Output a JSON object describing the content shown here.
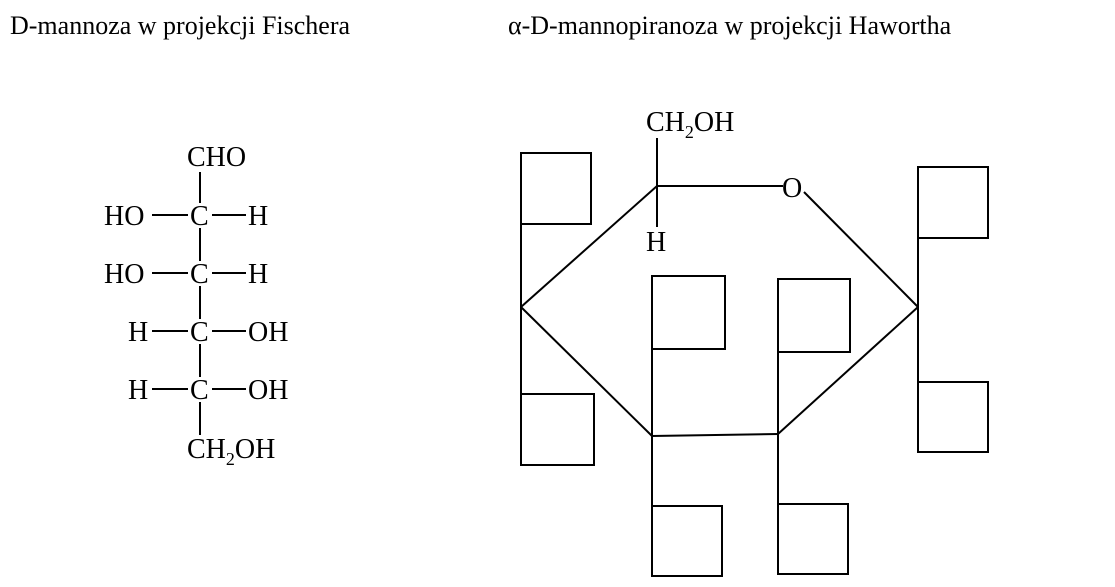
{
  "headings": {
    "fischer": "D-mannoza w projekcji Fischera",
    "haworth": "α-D-mannopiranoza w projekcji Hawortha"
  },
  "fischer": {
    "top": "CHO",
    "rows": [
      {
        "left": "HO",
        "center": "C",
        "right": "H"
      },
      {
        "left": "HO",
        "center": "C",
        "right": "H"
      },
      {
        "left": "H",
        "center": "C",
        "right": "OH"
      },
      {
        "left": "H",
        "center": "C",
        "right": "OH"
      }
    ],
    "bottom": {
      "main": "CH",
      "sub": "2",
      "tail": "OH"
    }
  },
  "haworth": {
    "ch2oh": {
      "main": "CH",
      "sub": "2",
      "tail": "OH"
    },
    "ring_oxygen": "O",
    "c5_h": "H"
  }
}
